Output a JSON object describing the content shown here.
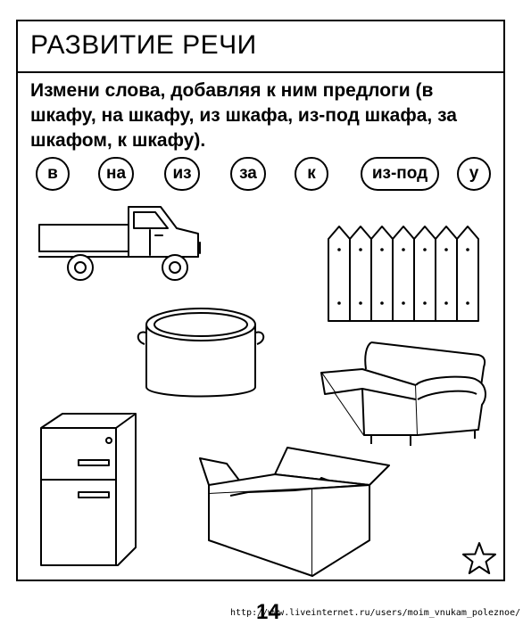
{
  "header": {
    "title": "РАЗВИТИЕ РЕЧИ"
  },
  "task": {
    "lines": [
      "Измени слова, добавляя к ним предлоги (в",
      "шкафу, на шкафу, из шкафа, из-под шкафа, за",
      "шкафом, к шкафу)."
    ]
  },
  "prepositions": [
    "в",
    "на",
    "из",
    "за",
    "к",
    "из-под",
    "у"
  ],
  "pictures": {
    "truck": "truck-icon",
    "fence": "fence-icon",
    "pot": "pot-icon",
    "sofa": "sofa-icon",
    "fridge": "refrigerator-icon",
    "box": "box-icon",
    "star": "star-icon"
  },
  "footer": {
    "page_number": "14",
    "watermark": "http://www.liveinternet.ru/users/moim_vnukam_poleznoe/"
  }
}
